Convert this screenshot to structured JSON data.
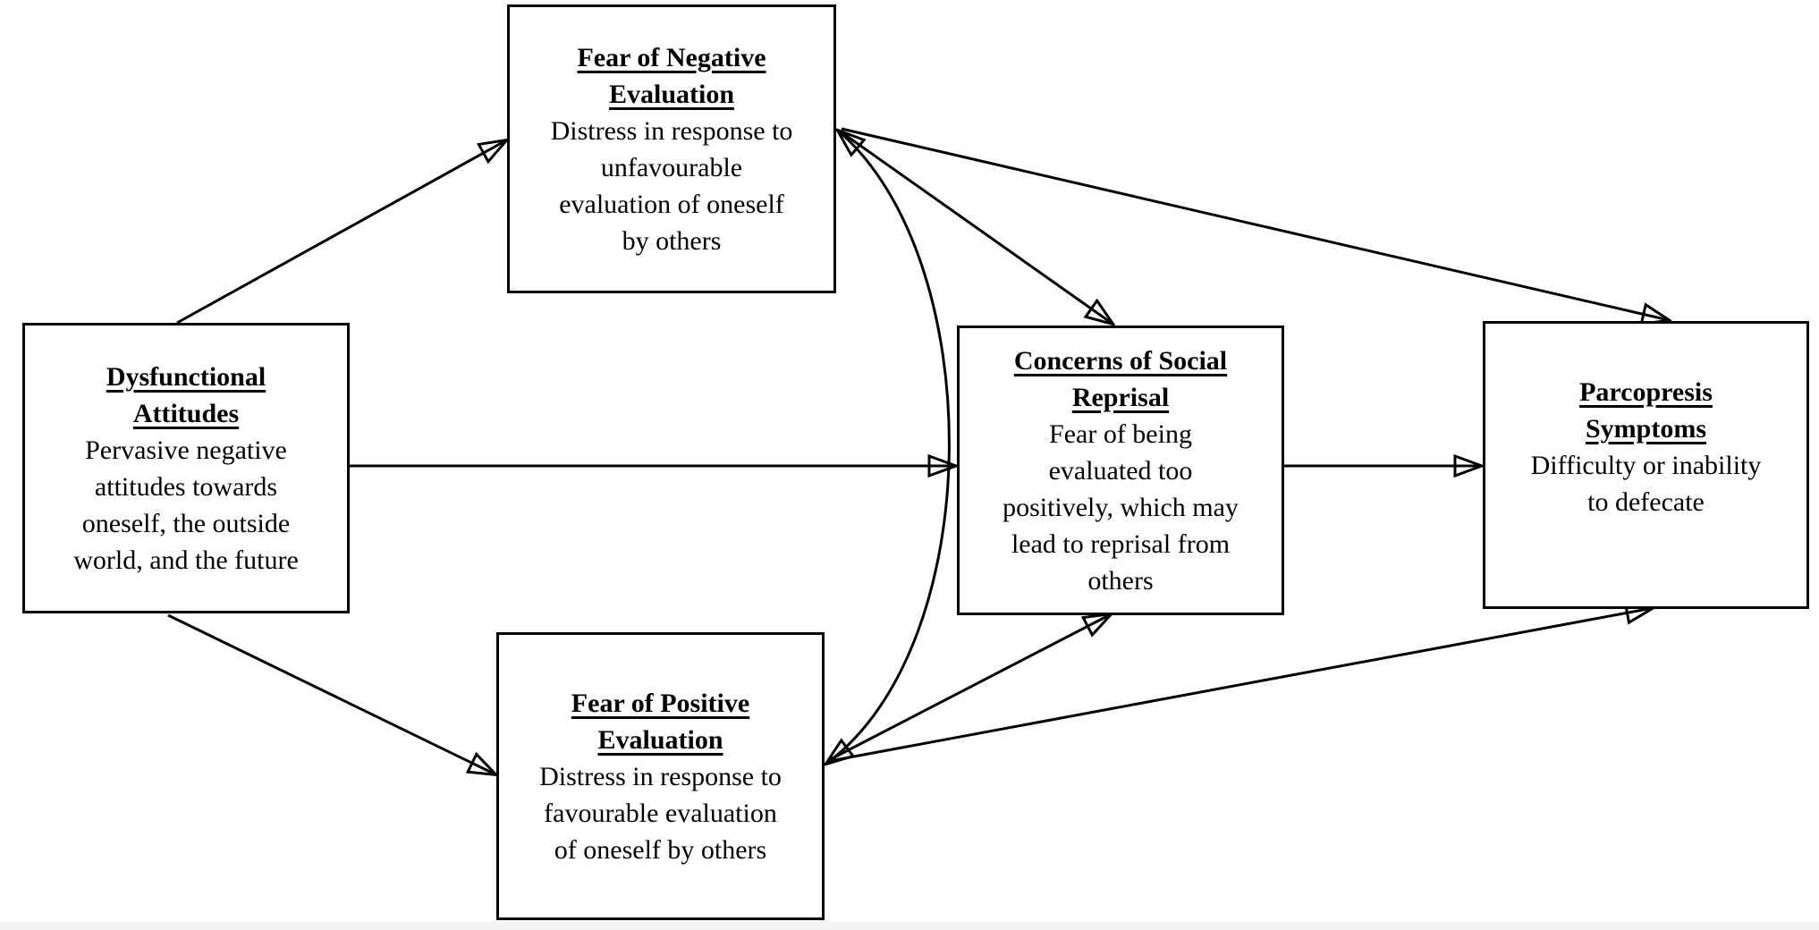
{
  "diagram": {
    "kind": "psychological model flow diagram",
    "background_color": "#ffffff",
    "line_color": "#000000",
    "text_color": "#000000",
    "nodes": [
      {
        "id": "dysfunctional-attitudes",
        "title": "Dysfunctional\nAttitudes",
        "body": "Pervasive negative\nattitudes towards\noneself, the outside\nworld, and the future"
      },
      {
        "id": "fear-negative-evaluation",
        "title": "Fear of Negative\nEvaluation",
        "body": "Distress in response to\nunfavourable\nevaluation of oneself\nby others"
      },
      {
        "id": "concerns-social-reprisal",
        "title": "Concerns of Social\nReprisal",
        "body": "Fear of being\nevaluated too\npositively, which may\nlead to reprisal from\nothers"
      },
      {
        "id": "parcopresis-symptoms",
        "title": "Parcopresis\nSymptoms",
        "body": "Difficulty or inability\nto defecate"
      },
      {
        "id": "fear-positive-evaluation",
        "title": "Fear of Positive\nEvaluation",
        "body": "Distress in response to\nfavourable evaluation\nof oneself by others"
      }
    ],
    "edges": [
      {
        "from": "dysfunctional-attitudes",
        "to": "fear-negative-evaluation",
        "style": "straight",
        "direction": "one-way"
      },
      {
        "from": "dysfunctional-attitudes",
        "to": "concerns-social-reprisal",
        "style": "straight",
        "direction": "one-way"
      },
      {
        "from": "dysfunctional-attitudes",
        "to": "fear-positive-evaluation",
        "style": "straight",
        "direction": "one-way"
      },
      {
        "from": "fear-negative-evaluation",
        "to": "fear-positive-evaluation",
        "style": "curved",
        "direction": "two-way"
      },
      {
        "from": "fear-negative-evaluation",
        "to": "concerns-social-reprisal",
        "style": "straight",
        "direction": "one-way"
      },
      {
        "from": "fear-negative-evaluation",
        "to": "parcopresis-symptoms",
        "style": "straight",
        "direction": "one-way"
      },
      {
        "from": "fear-positive-evaluation",
        "to": "concerns-social-reprisal",
        "style": "straight",
        "direction": "one-way"
      },
      {
        "from": "fear-positive-evaluation",
        "to": "parcopresis-symptoms",
        "style": "straight",
        "direction": "one-way"
      },
      {
        "from": "concerns-social-reprisal",
        "to": "parcopresis-symptoms",
        "style": "straight",
        "direction": "one-way"
      }
    ]
  }
}
